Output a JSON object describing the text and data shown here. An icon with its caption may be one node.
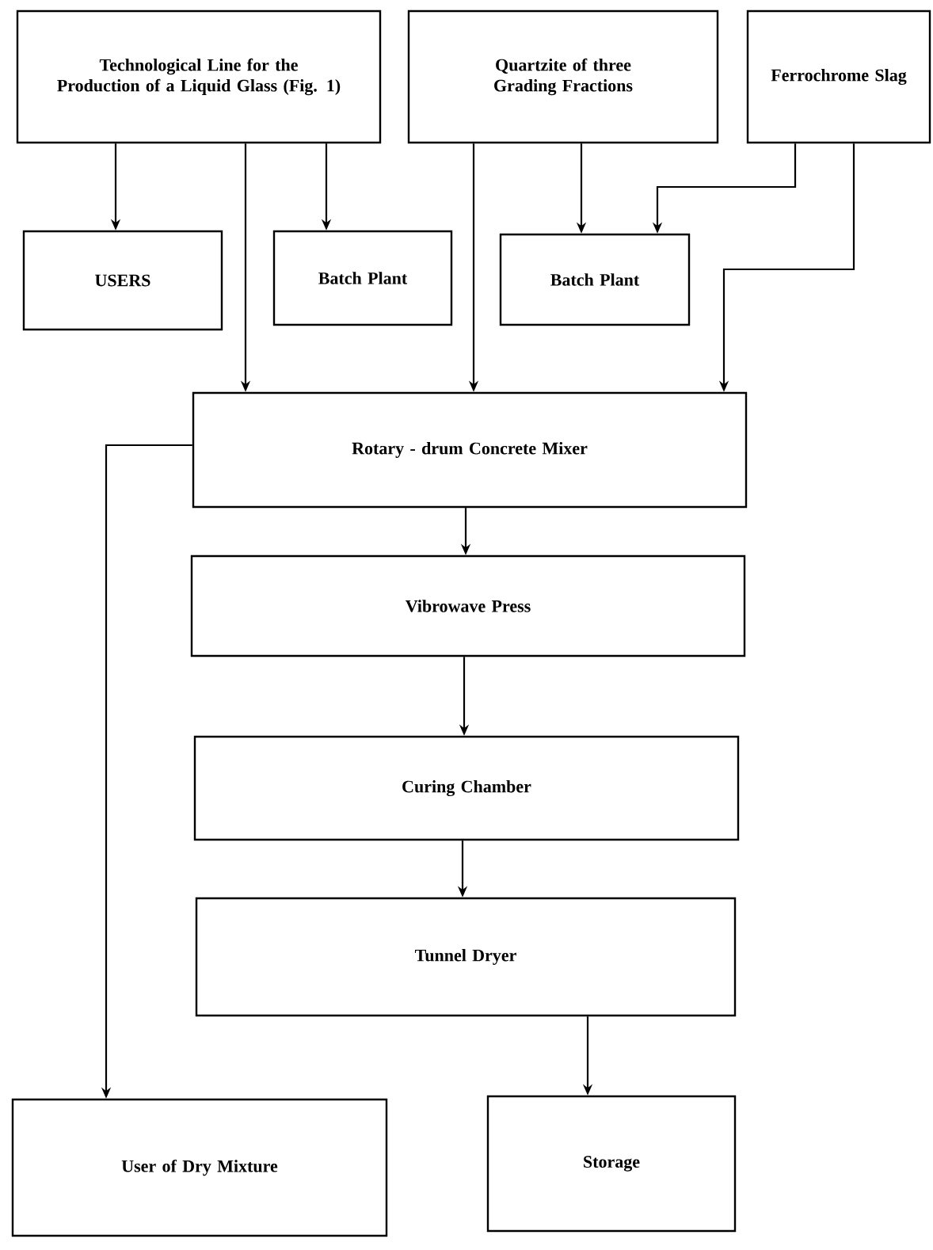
{
  "diagram": {
    "nodes": [
      {
        "text": [
          "Technological Line for the Production of a Liquid Glass (Fig. 1)"
        ]
      },
      {
        "text": [
          "Quartzite of three Grading Fractions"
        ]
      },
      {
        "text": [
          "Ferrochrome Slag"
        ]
      },
      {
        "text": [
          "USERS"
        ]
      },
      {
        "text": [
          "Batch Plant"
        ]
      },
      {
        "text": [
          "Batch Plant"
        ]
      },
      {
        "text": [
          "Rotary - drum Concrete Mixer"
        ]
      },
      {
        "text": [
          "Vibrowave Press"
        ]
      },
      {
        "text": [
          "Curing Chamber"
        ]
      },
      {
        "text": [
          "Tunnel Dryer"
        ]
      },
      {
        "text": [
          "User of Dry Mixture"
        ]
      },
      {
        "text": [
          "Storage"
        ]
      }
    ],
    "edges": [
      {
        "from": 0,
        "to": 3,
        "arrow": "to"
      },
      {
        "from": 0,
        "to": 6,
        "arrow": "to"
      },
      {
        "from": 0,
        "to": 4,
        "arrow": "to"
      },
      {
        "from": 1,
        "to": 6,
        "arrow": "to"
      },
      {
        "from": 1,
        "to": 5,
        "arrow": "to"
      },
      {
        "from": 2,
        "to": 5,
        "arrow": "to"
      },
      {
        "from": 2,
        "to": 6,
        "arrow": "to"
      },
      {
        "from": 6,
        "to": 10,
        "arrow": "to"
      },
      {
        "from": 6,
        "to": 7,
        "arrow": "to"
      },
      {
        "from": 7,
        "to": 8,
        "arrow": "to"
      },
      {
        "from": 8,
        "to": 9,
        "arrow": "to"
      },
      {
        "from": 9,
        "to": 11,
        "arrow": "to"
      }
    ]
  }
}
